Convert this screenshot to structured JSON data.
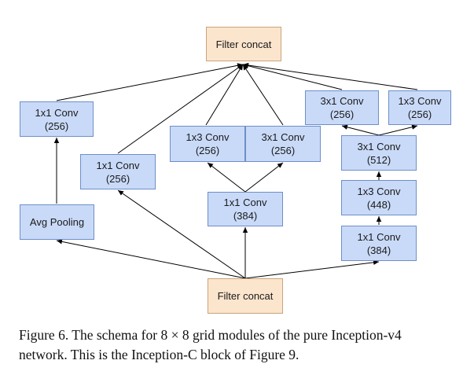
{
  "nodes": {
    "concat_top": {
      "line1": "Filter concat"
    },
    "conv_b1": {
      "line1": "1x1 Conv",
      "line2": "(256)"
    },
    "avg_pool": {
      "line1": "Avg Pooling"
    },
    "conv_b2": {
      "line1": "1x1 Conv",
      "line2": "(256)"
    },
    "conv_b3a": {
      "line1": "1x3 Conv",
      "line2": "(256)"
    },
    "conv_b3b": {
      "line1": "3x1 Conv",
      "line2": "(256)"
    },
    "conv_b3": {
      "line1": "1x1 Conv",
      "line2": "(384)"
    },
    "conv_b4a": {
      "line1": "3x1 Conv",
      "line2": "(256)"
    },
    "conv_b4b": {
      "line1": "1x3 Conv",
      "line2": "(256)"
    },
    "conv_b4_3": {
      "line1": "3x1 Conv",
      "line2": "(512)"
    },
    "conv_b4_2": {
      "line1": "1x3 Conv",
      "line2": "(448)"
    },
    "conv_b4_1": {
      "line1": "1x1 Conv",
      "line2": "(384)"
    },
    "concat_bottom": {
      "line1": "Filter concat"
    }
  },
  "caption": "Figure 6. The schema for 8 × 8 grid modules of the pure Inception-v4 network. This is the Inception-C block of Figure 9."
}
